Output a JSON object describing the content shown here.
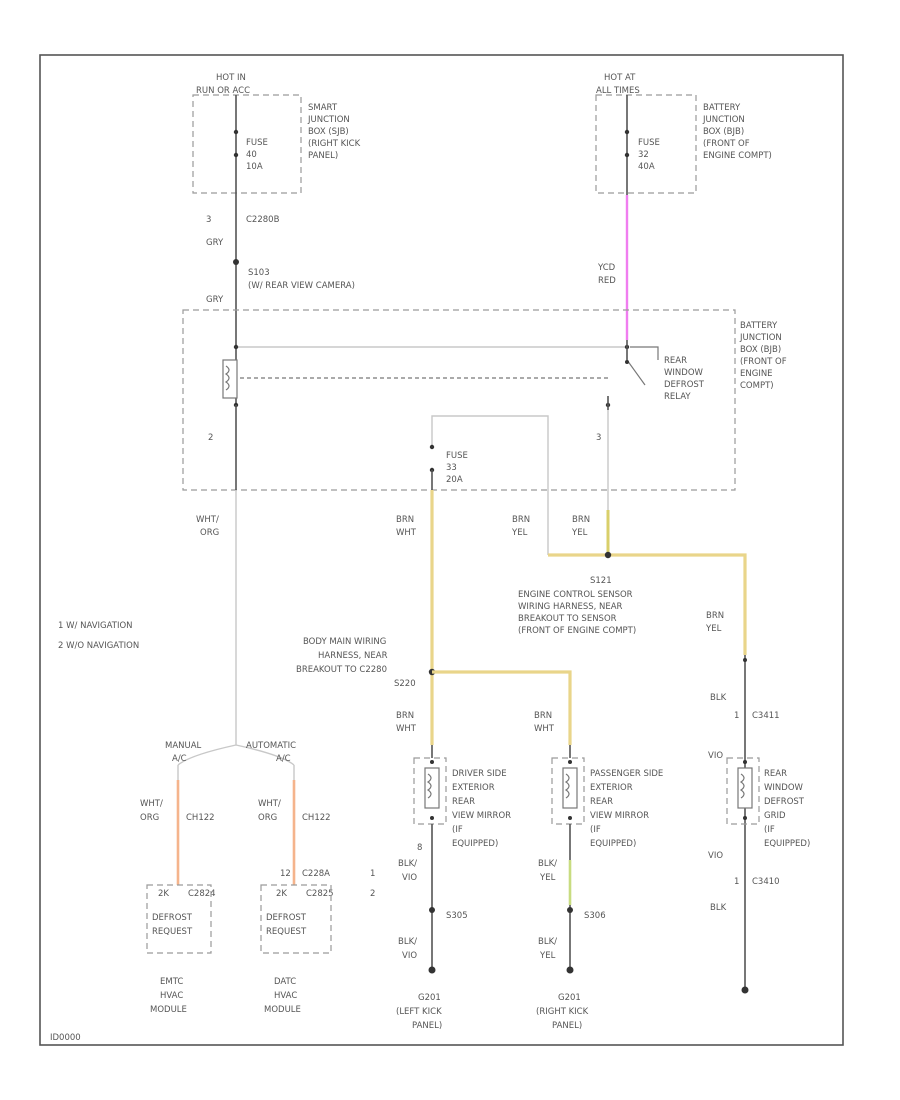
{
  "fuse_left": {
    "hot_label": [
      "HOT IN",
      "RUN OR ACC"
    ],
    "box_label": [
      "SMART",
      "JUNCTION",
      "BOX (SJB)",
      "(RIGHT KICK",
      "PANEL)"
    ],
    "fuse_label": [
      "FUSE",
      "40",
      "10A"
    ]
  },
  "fuse_right": {
    "hot_label": [
      "HOT AT",
      "ALL TIMES"
    ],
    "box_label": [
      "BATTERY",
      "JUNCTION",
      "BOX (BJB)",
      "(FRONT OF",
      "ENGINE COMPT)"
    ],
    "fuse_label": [
      "FUSE",
      "32",
      "40A"
    ]
  },
  "connectors": {
    "c2280b": "C2280B",
    "c2280b_pin": "3",
    "gry1": "GRY",
    "s103": "S103",
    "s103_desc": "(W/ REAR VIEW CAMERA)",
    "gry2": "GRY",
    "ycd": "YCD",
    "red": "RED",
    "pin2_left": "2",
    "pin3_right": "3"
  },
  "bjb_main": {
    "box_label": [
      "BATTERY",
      "JUNCTION",
      "BOX (BJB)",
      "(FRONT OF",
      "ENGINE",
      "COMPT)"
    ],
    "relay_label": [
      "REAR",
      "WINDOW",
      "DEFROST",
      "RELAY"
    ],
    "fuse_label": [
      "FUSE",
      "33",
      "20A"
    ]
  },
  "wires": {
    "wht_org": [
      "WHT/",
      "ORG"
    ],
    "brn_wht": [
      "BRN",
      "WHT"
    ],
    "brn_yel_a": [
      "BRN",
      "YEL"
    ],
    "brn_yel_b": [
      "BRN",
      "YEL"
    ],
    "brn_yel_c": [
      "BRN",
      "YEL"
    ]
  },
  "s121": {
    "label": "S121",
    "desc": [
      "ENGINE CONTROL SENSOR",
      "WIRING HARNESS, NEAR",
      "BREAKOUT TO SENSOR",
      "(FRONT OF ENGINE COMPT)"
    ]
  },
  "s220": {
    "desc": [
      "BODY MAIN WIRING",
      "HARNESS, NEAR",
      "BREAKOUT TO C2280"
    ],
    "label": "S220"
  },
  "notes": [
    "1  W/ NAVIGATION",
    "2  W/O NAVIGATION"
  ],
  "hvac": {
    "manual": [
      "MANUAL",
      "A/C"
    ],
    "automatic": [
      "AUTOMATIC",
      "A/C"
    ],
    "left_wire": [
      "WHT/",
      "ORG"
    ],
    "left_conn": "CH122",
    "right_wire": [
      "WHT/",
      "ORG"
    ],
    "right_conn": "CH122",
    "c228a": "C228A",
    "note1": "1",
    "note2": "2",
    "pin12": "12",
    "left_pin": "2K",
    "left_c": "C2824",
    "right_pin": "2K",
    "right_c": "C2825",
    "left_box": [
      "DEFROST",
      "REQUEST"
    ],
    "right_box": [
      "DEFROST",
      "REQUEST"
    ],
    "left_module": [
      "EMTC",
      "HVAC",
      "MODULE"
    ],
    "right_module": [
      "DATC",
      "HVAC",
      "MODULE"
    ]
  },
  "mirrors": {
    "brn_wht_l": [
      "BRN",
      "WHT"
    ],
    "brn_wht_r": [
      "BRN",
      "WHT"
    ],
    "driver": [
      "DRIVER SIDE",
      "EXTERIOR",
      "REAR",
      "VIEW MIRROR",
      "(IF",
      "EQUIPPED)"
    ],
    "passenger": [
      "PASSENGER SIDE",
      "EXTERIOR",
      "REAR",
      "VIEW MIRROR",
      "(IF",
      "EQUIPPED)"
    ],
    "pin_l": "8",
    "blk_vio_l": [
      "BLK/",
      "VIO"
    ],
    "blk_yel_r": [
      "BLK/",
      "YEL"
    ],
    "s305": "S305",
    "s306": "S306",
    "blk_vio_l2": [
      "BLK/",
      "VIO"
    ],
    "blk_yel_r2": [
      "BLK/",
      "YEL"
    ],
    "g201": [
      "G201",
      "(LEFT KICK",
      "PANEL)"
    ],
    "g201b": [
      "G201",
      "(RIGHT KICK",
      "PANEL)"
    ]
  },
  "grid": {
    "brn_yel": [
      "BRN",
      "YEL"
    ],
    "blk1": "BLK",
    "c3411": "C3411",
    "blk_top": "BLK",
    "vio1": "VIO",
    "label": [
      "REAR",
      "WINDOW",
      "DEFROST",
      "GRID",
      "(IF",
      "EQUIPPED)"
    ],
    "vio2": "VIO",
    "c3410": "C3410",
    "pin1": "1",
    "blk2": "BLK"
  },
  "footer": "ID0000"
}
